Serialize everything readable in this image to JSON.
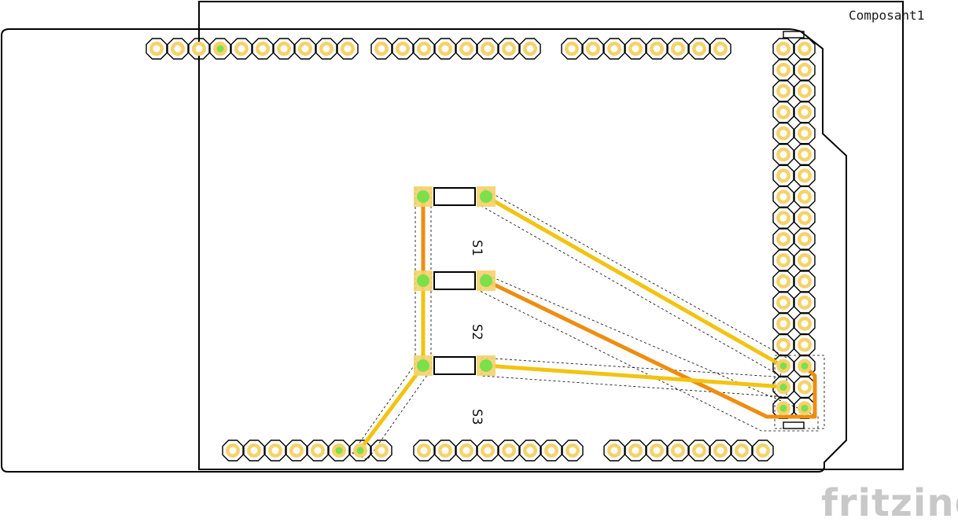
{
  "app": {
    "brand": "fritzing"
  },
  "board": {
    "component_label": "Composant1"
  },
  "silkscreen": {
    "switches": [
      {
        "ref": "S1"
      },
      {
        "ref": "S2"
      },
      {
        "ref": "S3"
      }
    ]
  },
  "colors": {
    "board_outline": "#000000",
    "pad_ring": "#f5d26b",
    "pad_hole": "#ffffff",
    "pad_connected": "#7be04a",
    "trace_top": "#f2c311",
    "trace_bottom": "#ef8d10",
    "silkscreen": "#000000",
    "brand_gray": "#c8c8c8"
  }
}
